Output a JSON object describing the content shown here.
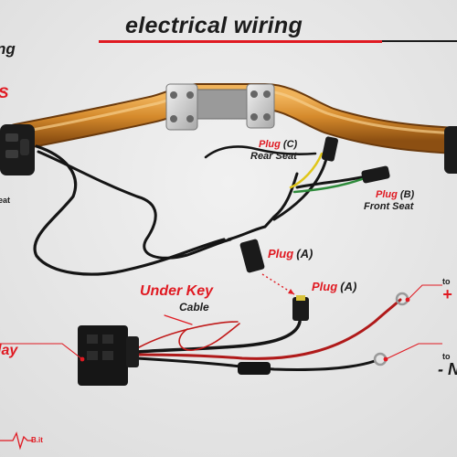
{
  "title": "electrical wiring",
  "title_cut_left": "ng",
  "switch_cut_label": "S",
  "seat_cut_label": "eat",
  "plug_c": {
    "word": "Plug",
    "code": "(C)",
    "desc": "Rear Seat"
  },
  "plug_b": {
    "word": "Plug",
    "code": "(B)",
    "desc": "Front Seat"
  },
  "plug_a_upper": {
    "word": "Plug",
    "code": "(A)"
  },
  "plug_a_lower": {
    "word": "Plug",
    "code": "(A)"
  },
  "under_key": {
    "title": "Under Key",
    "sub": "Cable"
  },
  "relay_cut_label": "lay",
  "battery_plus": {
    "to": "to",
    "sign": "+"
  },
  "battery_minus": {
    "to": "to",
    "sign": "- N"
  },
  "logo_text": "B.it",
  "colors": {
    "accent_red": "#e01a22",
    "text_dark": "#1c1c1c",
    "handlebar_orange": "#c97a22",
    "background": "#ebebeb"
  }
}
